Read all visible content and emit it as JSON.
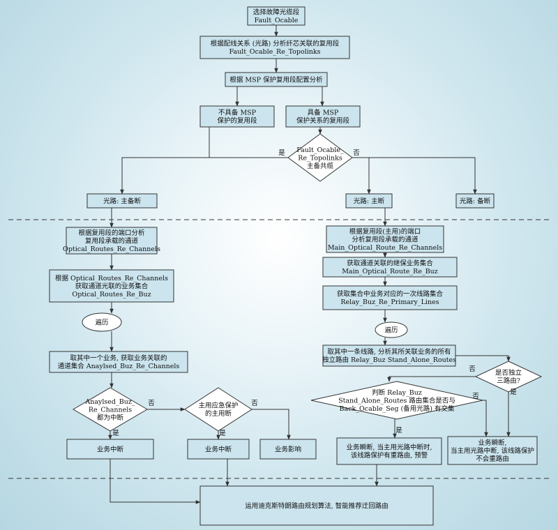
{
  "colors": {
    "box_fill": "#cbe4ee",
    "highlight_text": "#d62020",
    "line": "#333333"
  },
  "nodes": [
    {
      "id": "n1",
      "shape": "box",
      "lines": [
        [
          {
            "t": "选择故障光缆段"
          }
        ],
        [
          {
            "t": "Fault_Ocable"
          }
        ]
      ]
    },
    {
      "id": "n2",
      "shape": "box",
      "lines": [
        [
          {
            "t": "根据配线关系 (光路) 分析纤芯关联的复用段"
          }
        ],
        [
          {
            "t": "Fault_Ocable_Re_Topolinks"
          }
        ]
      ]
    },
    {
      "id": "n3",
      "shape": "box",
      "lines": [
        [
          {
            "t": "根据 MSP 保护复用段配置分析"
          }
        ]
      ]
    },
    {
      "id": "n4",
      "shape": "box",
      "lines": [
        [
          {
            "t": "不具备 MSP"
          }
        ],
        [
          {
            "t": "保护的复用段"
          }
        ]
      ]
    },
    {
      "id": "n5",
      "shape": "box",
      "lines": [
        [
          {
            "t": "具备 MSP"
          }
        ],
        [
          {
            "t": "保护关系的复用段"
          }
        ]
      ]
    },
    {
      "id": "d1",
      "shape": "diamond",
      "lines": [
        [
          {
            "t": "Fault_Ocable_"
          }
        ],
        [
          {
            "t": "Re_Topolinks"
          }
        ],
        [
          {
            "t": "主备共缆"
          }
        ]
      ]
    },
    {
      "id": "r1",
      "shape": "box",
      "lines": [
        [
          {
            "t": "光路: 主备断",
            "red": true
          }
        ]
      ]
    },
    {
      "id": "r2",
      "shape": "box",
      "lines": [
        [
          {
            "t": "光路: 主断",
            "red": true
          }
        ]
      ]
    },
    {
      "id": "r3",
      "shape": "box",
      "lines": [
        [
          {
            "t": "光路: 备断",
            "red": true
          }
        ]
      ]
    },
    {
      "id": "L1",
      "shape": "box",
      "lines": [
        [
          {
            "t": "根据复用段的端口分析"
          }
        ],
        [
          {
            "t": "复用段承载的通道"
          }
        ],
        [
          {
            "t": "Optical_Routes_Re_Channels"
          }
        ]
      ]
    },
    {
      "id": "L2",
      "shape": "box",
      "lines": [
        [
          {
            "t": "根据 Optical_Routes_Re_Channels"
          }
        ],
        [
          {
            "t": "获取通道光联的业务集合"
          }
        ],
        [
          {
            "t": "Optical_Routes_Re_Buz"
          }
        ]
      ]
    },
    {
      "id": "Le",
      "shape": "ellipse",
      "lines": [
        [
          {
            "t": "遍历"
          }
        ]
      ]
    },
    {
      "id": "L3",
      "shape": "box",
      "lines": [
        [
          {
            "t": "取其中一个业务, 获取业务关联的"
          }
        ],
        [
          {
            "t": "通道集合 Anaylsed_Buz_Re_Channels"
          }
        ]
      ]
    },
    {
      "id": "Ld1",
      "shape": "diamond",
      "lines": [
        [
          {
            "t": "Anaylsed_Buz_"
          }
        ],
        [
          {
            "t": "Re_Channels"
          }
        ],
        [
          {
            "t": "都为中断"
          }
        ]
      ]
    },
    {
      "id": "Ld2",
      "shape": "diamond",
      "lines": [
        [
          {
            "t": "主用应急保护"
          }
        ],
        [
          {
            "t": "的主用断"
          }
        ]
      ]
    },
    {
      "id": "Lr1",
      "shape": "box",
      "lines": [
        [
          {
            "t": "业务中断",
            "red": true
          }
        ]
      ]
    },
    {
      "id": "Lr2",
      "shape": "box",
      "lines": [
        [
          {
            "t": "业务中断",
            "red": true
          }
        ]
      ]
    },
    {
      "id": "Lr3",
      "shape": "box",
      "lines": [
        [
          {
            "t": "业务影响",
            "red": true
          }
        ]
      ]
    },
    {
      "id": "R1",
      "shape": "box",
      "lines": [
        [
          {
            "t": "根据复用段(主用)的端口"
          }
        ],
        [
          {
            "t": "分析复用段承载的通道"
          }
        ],
        [
          {
            "t": "Main_Optical_Route_Re_Channels"
          }
        ]
      ]
    },
    {
      "id": "R2",
      "shape": "box",
      "lines": [
        [
          {
            "t": "获取通道关联的继保业务集合"
          }
        ],
        [
          {
            "t": "Main_Optical_Route_Re_Buz"
          }
        ]
      ]
    },
    {
      "id": "R3",
      "shape": "box",
      "lines": [
        [
          {
            "t": "获取集合中业务对应的一次线路集合"
          }
        ],
        [
          {
            "t": "Relay_Buz_Re_Primary_Lines"
          }
        ]
      ]
    },
    {
      "id": "Re",
      "shape": "ellipse",
      "lines": [
        [
          {
            "t": "遍历"
          }
        ]
      ]
    },
    {
      "id": "R4",
      "shape": "box",
      "lines": [
        [
          {
            "t": "取其中一条线路, 分析其所关联业务的所有"
          }
        ],
        [
          {
            "t": "独立路由 Relay_Buz Stand_Alone_Routes"
          }
        ]
      ]
    },
    {
      "id": "Rd1",
      "shape": "diamond",
      "lines": [
        [
          {
            "t": "是否独立"
          }
        ],
        [
          {
            "t": "三路由?"
          }
        ]
      ]
    },
    {
      "id": "Rd2",
      "shape": "diamond",
      "lines": [
        [
          {
            "t": "判断 Relay_Buz"
          }
        ],
        [
          {
            "t": "Stand_Alone_Routes 路由集合是否与"
          }
        ],
        [
          {
            "t": "Back_Ocable_Seg (备用光路) 有交集"
          }
        ]
      ]
    },
    {
      "id": "Rr1",
      "shape": "box",
      "lines": [
        [
          {
            "t": "业务瞬断",
            "red": true
          },
          {
            "t": ", 当主用光路中断时,"
          }
        ],
        [
          {
            "t": "该线路保护有"
          },
          {
            "t": "重路由",
            "red": true
          },
          {
            "t": ", "
          },
          {
            "t": "预警",
            "red": true
          }
        ]
      ]
    },
    {
      "id": "Rr2",
      "shape": "box",
      "lines": [
        [
          {
            "t": "业务瞬断",
            "red": true
          },
          {
            "t": ","
          }
        ],
        [
          {
            "t": "当主用光路中断, 该线路保护"
          }
        ],
        [
          {
            "t": "不会重路由"
          }
        ]
      ]
    },
    {
      "id": "F",
      "shape": "box",
      "lines": [
        [
          {
            "t": "运用迪克斯特朗路由规划算法, "
          },
          {
            "t": "智能推荐迂回路由",
            "red": true
          }
        ]
      ]
    }
  ],
  "edge_labels": [
    {
      "id": "e-d1-yes",
      "text": "是"
    },
    {
      "id": "e-d1-no",
      "text": "否"
    },
    {
      "id": "e-ld1-no",
      "text": "否"
    },
    {
      "id": "e-ld1-yes",
      "text": "是"
    },
    {
      "id": "e-ld2-no",
      "text": "否"
    },
    {
      "id": "e-ld2-yes",
      "text": "是"
    },
    {
      "id": "e-rd1-no",
      "text": "否"
    },
    {
      "id": "e-rd1-yes",
      "text": "是"
    },
    {
      "id": "e-rd2-no",
      "text": "否"
    },
    {
      "id": "e-rd2-yes",
      "text": "是"
    }
  ]
}
